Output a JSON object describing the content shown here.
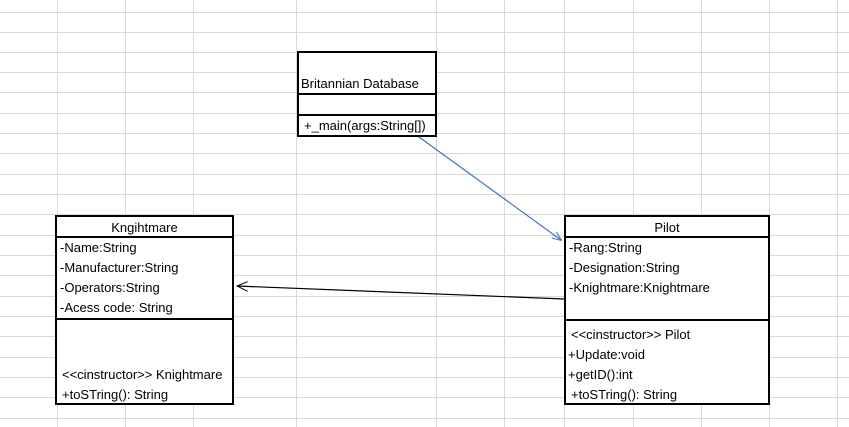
{
  "colors": {
    "grid_line": "#d9d9d9",
    "box_border": "#000000",
    "association_arrow": "#4472c4",
    "knightmare_arrow": "#000000"
  },
  "database_class": {
    "name": "Britannian Database",
    "methods": [
      "+_main(args:String[])"
    ]
  },
  "knightmare_class": {
    "name": "Kngihtmare",
    "attributes": [
      "-Name:String",
      "-Manufacturer:String",
      "-Operators:String",
      "-Acess code: String"
    ],
    "methods": [
      "<<cinstructor>> Knightmare",
      "+toSTring(): String"
    ]
  },
  "pilot_class": {
    "name": "Pilot",
    "attributes": [
      "-Rang:String",
      "-Designation:String",
      "-Knightmare:Knightmare"
    ],
    "methods": [
      "<<cinstructor>> Pilot",
      "+Update:void",
      "+getID():int",
      "+toSTring(): String"
    ]
  }
}
